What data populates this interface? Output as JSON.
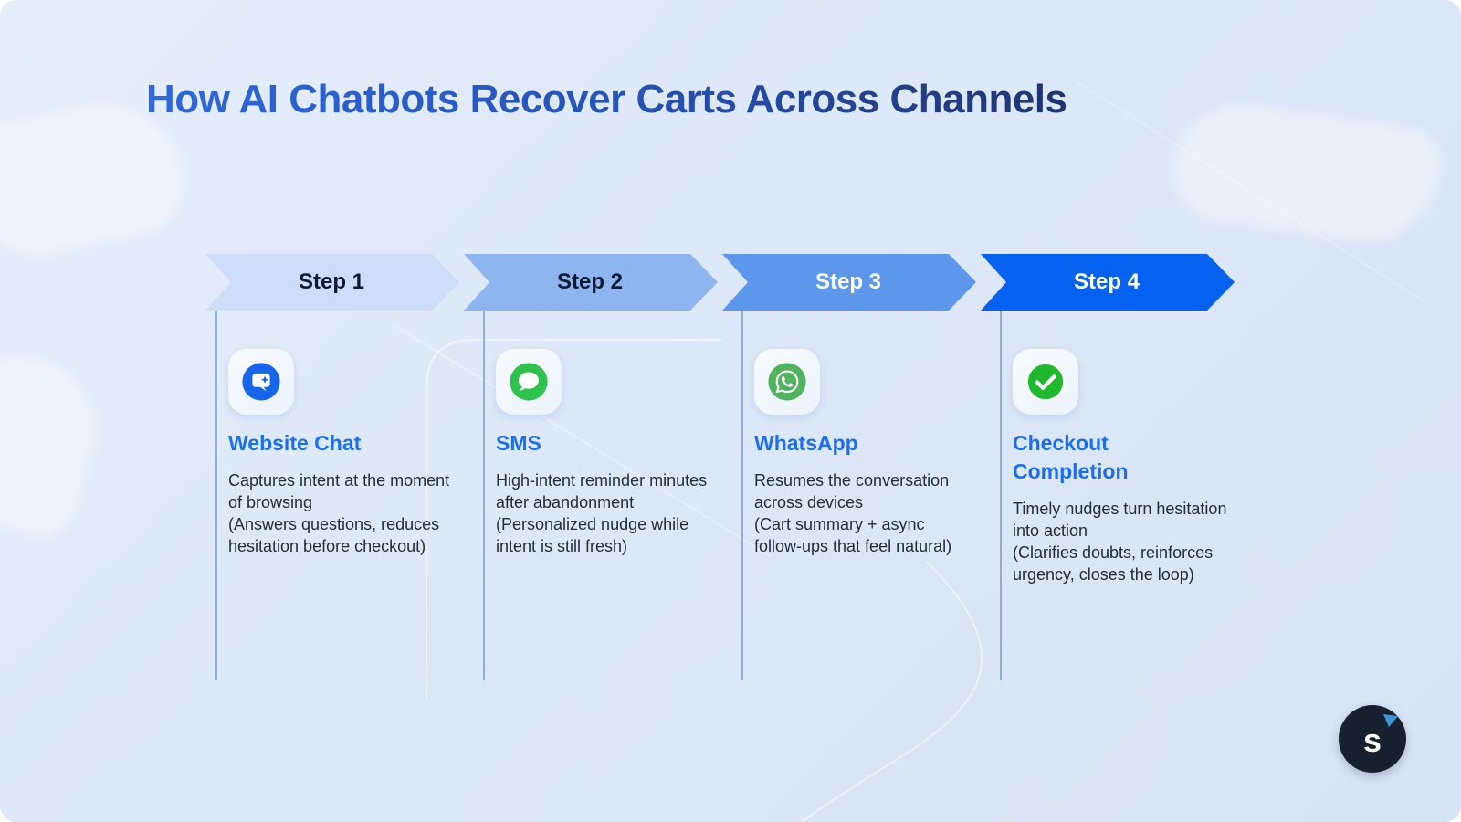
{
  "page": {
    "title": "How AI Chatbots Recover Carts Across Channels"
  },
  "steps": [
    {
      "label": "Step 1",
      "channel": "Website Chat",
      "description_main": "Captures intent at the moment of browsing",
      "description_note": "(Answers questions, reduces hesitation before checkout)",
      "icon": "ai-chat-bubble-icon",
      "arrow_color": "#cddcf8",
      "label_color": "#0f1b33"
    },
    {
      "label": "Step 2",
      "channel": "SMS",
      "description_main": "High-intent reminder minutes after abandonment",
      "description_note": "(Personalized nudge while intent is still fresh)",
      "icon": "sms-bubble-icon",
      "arrow_color": "#8fb5f1",
      "label_color": "#0f1b33"
    },
    {
      "label": "Step 3",
      "channel": "WhatsApp",
      "description_main": "Resumes the conversation across devices",
      "description_note": "(Cart summary + async follow-ups that feel natural)",
      "icon": "whatsapp-icon",
      "arrow_color": "#5d97eb",
      "label_color": "#ffffff"
    },
    {
      "label": "Step 4",
      "channel": "Checkout Completion",
      "description_main": "Timely nudges turn hesitation into action",
      "description_note": "(Clarifies doubts, reinforces urgency, closes the loop)",
      "icon": "check-circle-icon",
      "arrow_color": "#0562f0",
      "label_color": "#ffffff"
    }
  ],
  "brand": {
    "monogram": "s"
  },
  "colors": {
    "background": "#dde8f8",
    "accent_blue": "#1b6ef2",
    "title_gradient_start": "#2e68dc",
    "title_gradient_end": "#20336f",
    "sms_green": "#2fc24e",
    "whatsapp_green": "#52b35f",
    "check_green": "#1eb92d",
    "logo_navy": "#16202f",
    "logo_triangle_blue": "#3e96d9"
  }
}
